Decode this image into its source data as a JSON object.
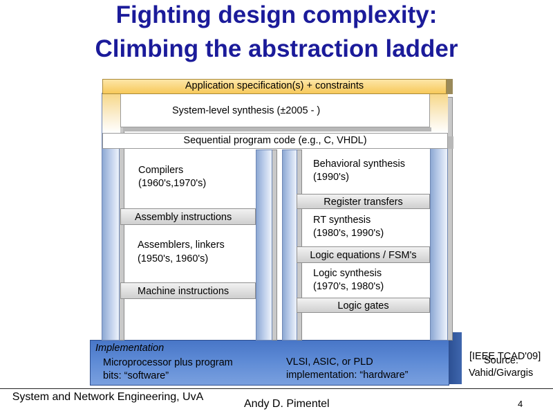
{
  "title": {
    "line1": "Fighting design complexity:",
    "line2": "Climbing the abstraction ladder"
  },
  "ladder": {
    "top_spec": "Application specification(s) + constraints",
    "system_synthesis": "System-level synthesis (±2005 - )",
    "sequential_code": "Sequential program code (e.g., C, VHDL)",
    "left": {
      "compilers": [
        "Compilers",
        "(1960's,1970's)"
      ],
      "assembly": "Assembly instructions",
      "assemblers": [
        "Assemblers, linkers",
        "(1950's, 1960's)"
      ],
      "machine": "Machine instructions"
    },
    "right": {
      "behavioral": [
        "Behavioral synthesis",
        "(1990's)"
      ],
      "register": "Register transfers",
      "rt": [
        "RT synthesis",
        "(1980's, 1990's)"
      ],
      "logic_eq": "Logic equations / FSM's",
      "logic_syn": [
        "Logic synthesis",
        "(1970's, 1980's)"
      ],
      "logic_gates": "Logic gates"
    },
    "base": {
      "implementation": "Implementation",
      "software": [
        "Microprocessor plus program",
        "bits: “software”"
      ],
      "hardware": [
        "VLSI, ASIC, or PLD",
        "implementation: “hardware”"
      ]
    }
  },
  "citation": {
    "ref": "[IEEE TCAD'09]",
    "source": "Source:",
    "authors": "Vahid/Givargis"
  },
  "footer": {
    "left": "System and Network Engineering, UvA",
    "center": "Andy D. Pimentel",
    "page": "4"
  },
  "colors": {
    "title": "#1b1b9a",
    "top_bar": "#f7c95a",
    "base": "#5d8ad5"
  }
}
